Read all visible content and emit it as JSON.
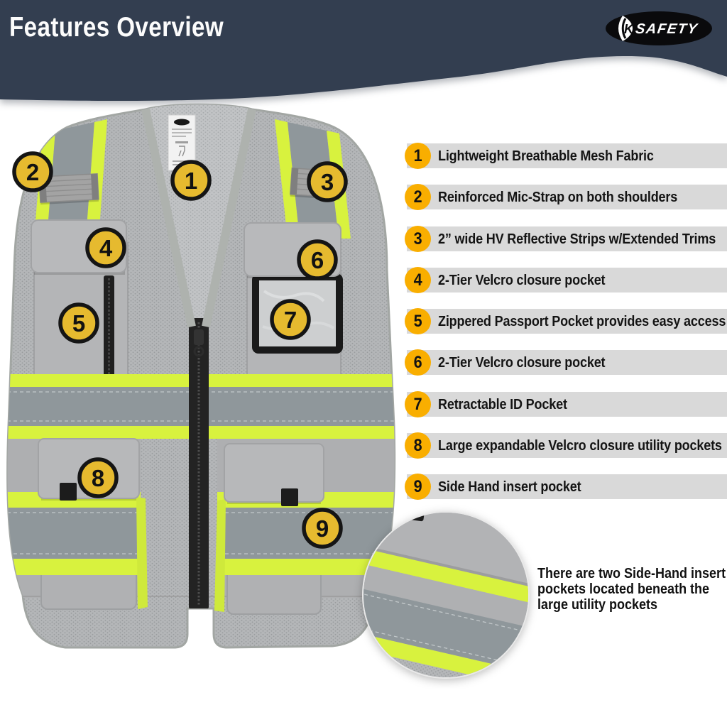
{
  "header": {
    "title": "Features Overview",
    "brand": "JK SAFETY",
    "logo_mark": "JK",
    "logo_text": "SAFETY",
    "bg_color": "#333E50"
  },
  "features": [
    {
      "num": "1",
      "label": "Lightweight Breathable Mesh Fabric"
    },
    {
      "num": "2",
      "label": "Reinforced Mic-Strap on both shoulders"
    },
    {
      "num": "3",
      "label": "2” wide HV Reflective Strips w/Extended Trims"
    },
    {
      "num": "4",
      "label": "2-Tier Velcro closure pocket"
    },
    {
      "num": "5",
      "label": "Zippered Passport Pocket provides easy access"
    },
    {
      "num": "6",
      "label": "2-Tier Velcro closure pocket"
    },
    {
      "num": "7",
      "label": "Retractable ID Pocket"
    },
    {
      "num": "8",
      "label": "Large expandable Velcro closure utility pockets"
    },
    {
      "num": "9",
      "label": "Side Hand insert pocket"
    }
  ],
  "vest": {
    "badges": [
      "1",
      "2",
      "3",
      "4",
      "5",
      "6",
      "7",
      "8",
      "9"
    ]
  },
  "annotation": {
    "lines": [
      "There are two Side-Hand insert",
      "pockets located beneath the",
      "large utility pockets"
    ]
  },
  "colors": {
    "header_navy": "#333E50",
    "feature_bar_gray": "#D9D9D9",
    "feature_circle_yellow": "#F9AE00",
    "vest_badge_yellow": "#E6BA2F",
    "hi_vis_lime": "#D8F23E",
    "reflective_gray": "#8F979B",
    "vest_mesh_gray": "#B4B6B8",
    "zipper_black": "#232323"
  }
}
